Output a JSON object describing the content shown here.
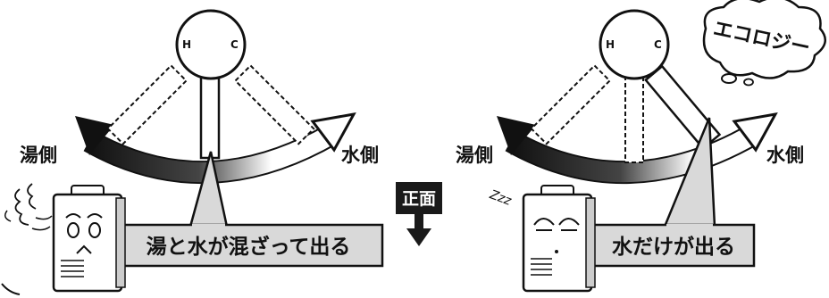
{
  "left_panel": {
    "valve_hot_label": "H",
    "valve_cold_label": "C",
    "hot_side_label": "湯側",
    "cold_side_label": "水側",
    "callout_text": "湯と水が混ざって出る"
  },
  "center": {
    "front_label": "正面"
  },
  "right_panel": {
    "valve_hot_label": "H",
    "valve_cold_label": "C",
    "hot_side_label": "湯側",
    "cold_side_label": "水側",
    "callout_text": "水だけが出る",
    "thought_bubble_text": "エコロジー",
    "sleep_text": "Zzz"
  },
  "colors": {
    "callout_fill": "#d9d9d9",
    "front_box": "#1a1a1a",
    "arrow_dark": "#1a1a1a",
    "arrow_light": "#ffffff"
  }
}
